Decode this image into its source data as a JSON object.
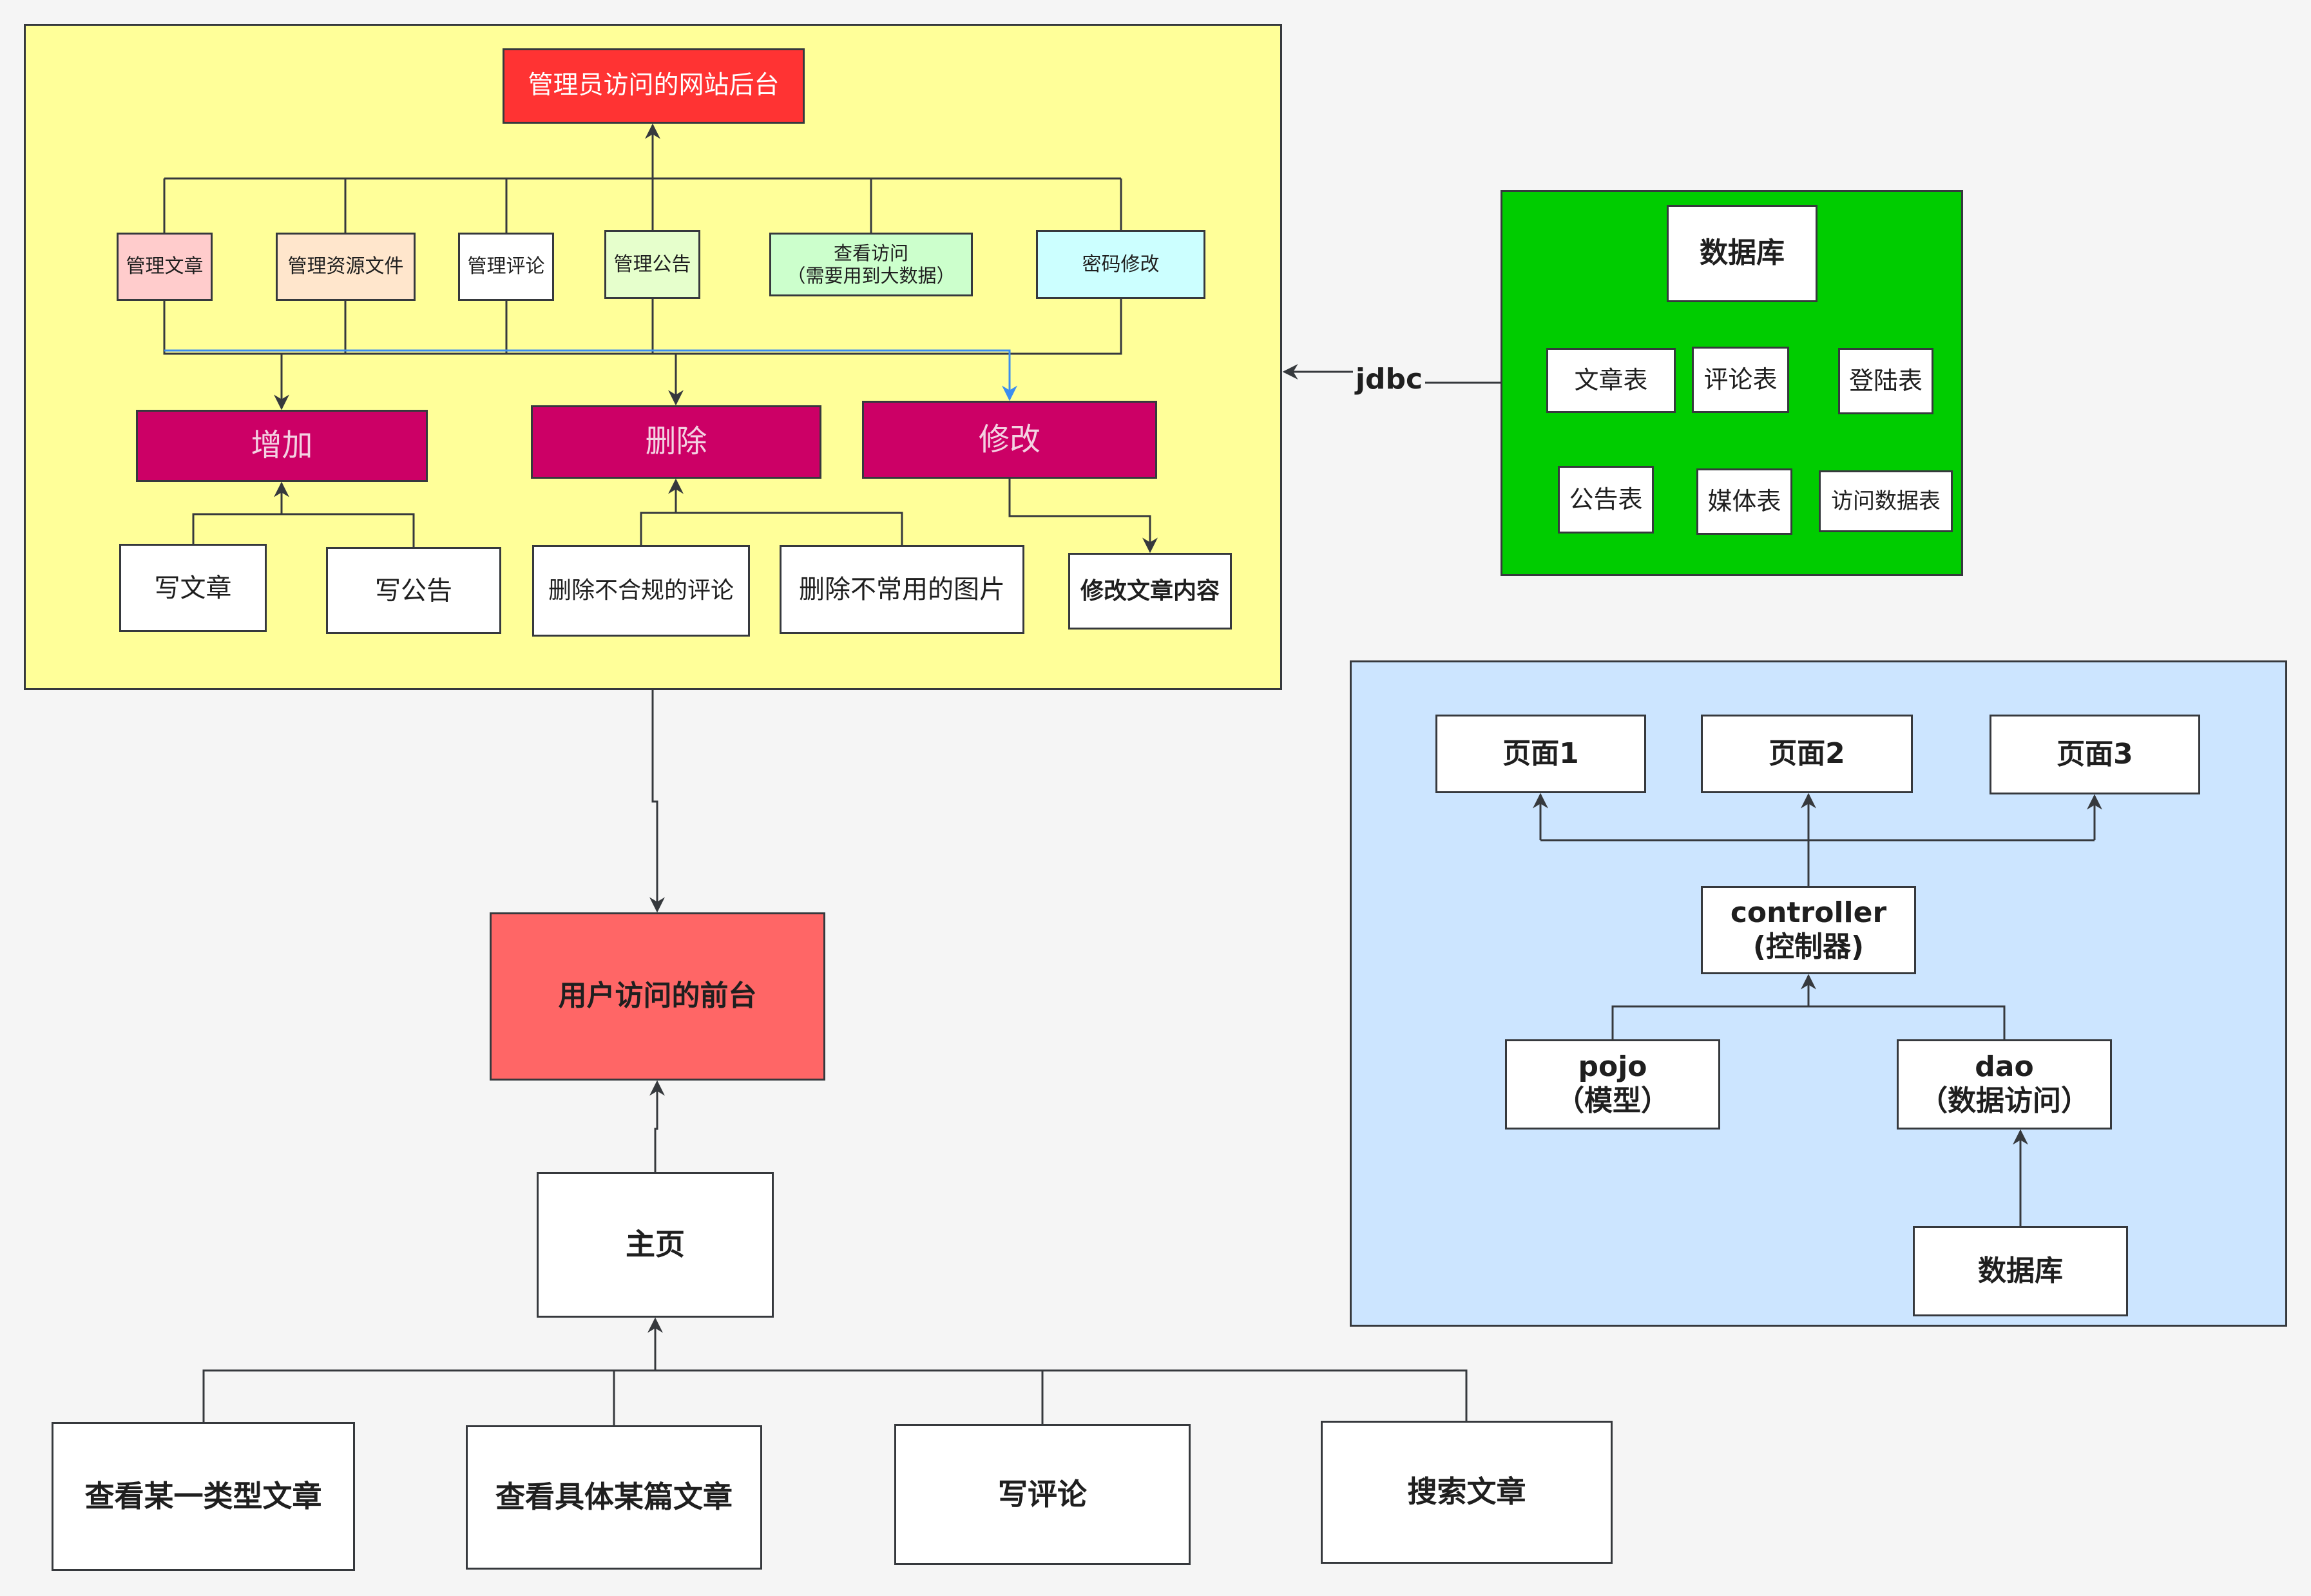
{
  "admin_backend": {
    "title": "管理员访问的网站后台",
    "panel_color": "#ffff99",
    "title_color": "#ff3333",
    "modules": [
      {
        "label": "管理文章",
        "color": "#ffcccc"
      },
      {
        "label": "管理资源文件",
        "color": "#ffe6cc"
      },
      {
        "label": "管理评论",
        "color": "#ffffff"
      },
      {
        "label": "管理公告",
        "color": "#e6ffcc"
      },
      {
        "label": "查看访问",
        "note": "（需要用到大数据）",
        "color": "#ccffcc"
      },
      {
        "label": "密码修改",
        "color": "#ccffff"
      }
    ],
    "operation_color": "#cc0066",
    "operations": [
      {
        "label": "增加",
        "tasks": [
          "写文章",
          "写公告"
        ]
      },
      {
        "label": "删除",
        "tasks": [
          "删除不合规的评论",
          "删除不常用的图片"
        ]
      },
      {
        "label": "修改",
        "tasks": [
          "修改文章内容"
        ]
      }
    ]
  },
  "database_panel": {
    "panel_color": "#00cc00",
    "title": "数据库",
    "tables": [
      "文章表",
      "评论表",
      "登陆表",
      "公告表",
      "媒体表",
      "访问数据表"
    ],
    "link_label": "jdbc"
  },
  "mvc_panel": {
    "panel_color": "#cce5ff",
    "pages": [
      "页面1",
      "页面2",
      "页面3"
    ],
    "controller": {
      "name": "controller",
      "note": "(控制器)"
    },
    "pojo": {
      "name": "pojo",
      "note": "（模型）"
    },
    "dao": {
      "name": "dao",
      "note": "（数据访问）"
    },
    "database": "数据库"
  },
  "frontend": {
    "title": "用户访问的前台",
    "title_color": "#ff6666",
    "home": "主页",
    "features": [
      "查看某一类型文章",
      "查看具体某篇文章",
      "写评论",
      "搜索文章"
    ]
  },
  "connectors": {
    "default": "#36393d",
    "highlight": "#3b8df0"
  }
}
